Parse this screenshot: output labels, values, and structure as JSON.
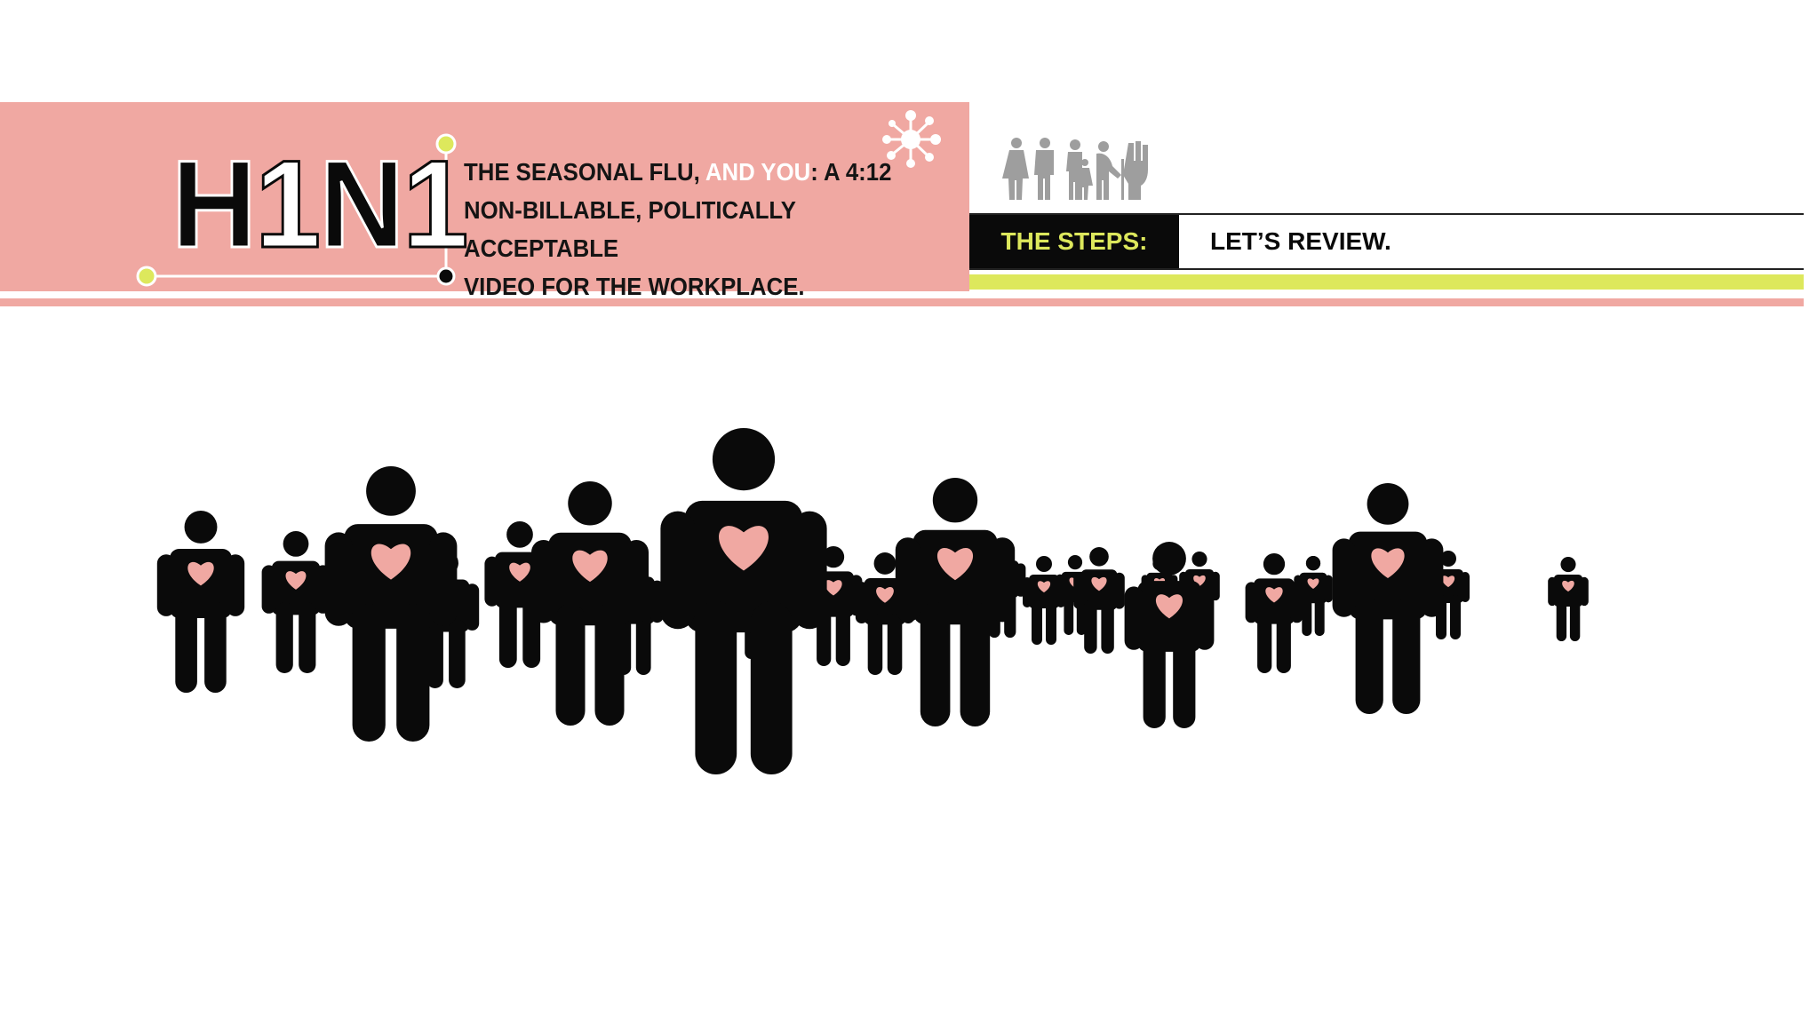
{
  "header": {
    "logo": {
      "h": "H",
      "one_a": "1",
      "n": "N",
      "one_b": "1"
    },
    "subtitle": {
      "line1_part1": "THE SEASONAL FLU, ",
      "line1_highlight": "AND YOU",
      "line1_part2": ": A 4:12",
      "line2": "NON-BILLABLE, POLITICALLY ACCEPTABLE",
      "line3": "VIDEO FOR THE WORKPLACE."
    },
    "virus_icon": "virus-icon",
    "family_icon": "family-icon"
  },
  "steps": {
    "label": "THE STEPS:",
    "text": "LET’S REVIEW."
  },
  "colors": {
    "pink": "#f0a8a2",
    "lime": "#dde85c",
    "black": "#0a0a0a",
    "heart": "#f0a8a2"
  },
  "crowd": {
    "icon": "person-with-heart-icon",
    "figure_count": 24
  }
}
